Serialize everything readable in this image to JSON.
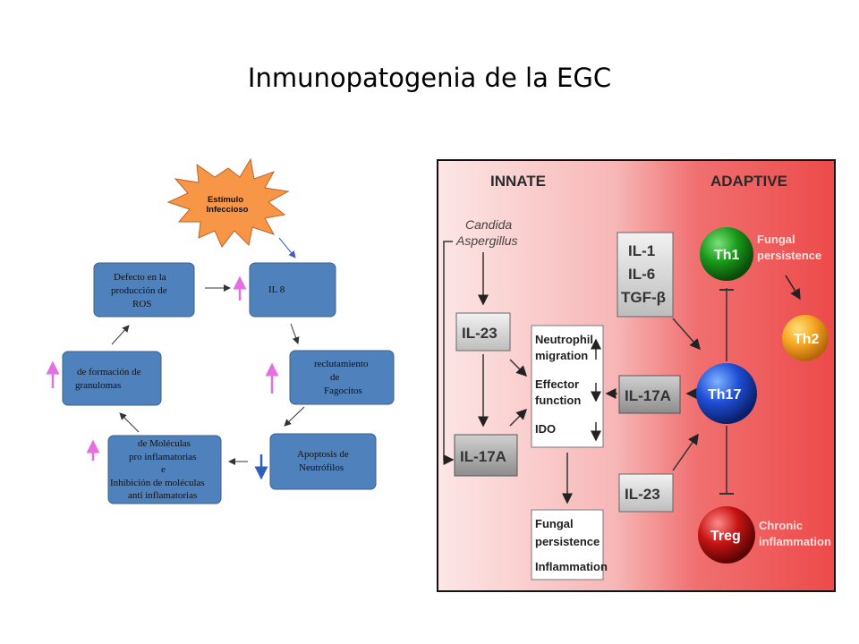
{
  "title": "Inmunopatogenia de la EGC",
  "left": {
    "burst_lines": [
      "Estímulo",
      "Infeccioso"
    ],
    "nodes": {
      "il8": [
        "IL 8"
      ],
      "reclutamiento": [
        "reclutamiento",
        "de",
        "Fagocitos"
      ],
      "apoptosis": [
        "Apoptosis de",
        "Neutrófilos"
      ],
      "moleculas": [
        "de Moléculas",
        "pro inflamatorias",
        "e",
        "Inhibición de moléculas",
        "anti inflamatorias"
      ],
      "granulomas": [
        "de formación de",
        "granulomas"
      ],
      "ros": [
        "Defecto en la",
        "producción de",
        "ROS"
      ]
    },
    "colors": {
      "node_fill": "#4f81bd",
      "node_stroke": "#3b5f8a",
      "up_arrow": "#e36fe3",
      "down_arrow": "#2e5fbf",
      "burst": "#f79646"
    }
  },
  "right": {
    "innate_header": "INNATE",
    "adaptive_header": "ADAPTIVE",
    "pathogens": [
      "Candida",
      "Aspergillus"
    ],
    "il23_left": "IL-23",
    "il17a_left": "IL-17A",
    "effects": [
      "Neutrophil",
      "migration",
      "Effector",
      "function",
      "IDO"
    ],
    "outcome": [
      "Fungal",
      "persistence",
      "Inflammation"
    ],
    "cytokines": [
      "IL-1",
      "IL-6",
      "TGF-β"
    ],
    "il17a_mid": "IL-17A",
    "il23_mid": "IL-23",
    "th1": "Th1",
    "th17": "Th17",
    "th2": "Th2",
    "treg": "Treg",
    "fungal_persistence": [
      "Fungal",
      "persistence"
    ],
    "chronic_inflammation": [
      "Chronic",
      "inflammation"
    ]
  }
}
